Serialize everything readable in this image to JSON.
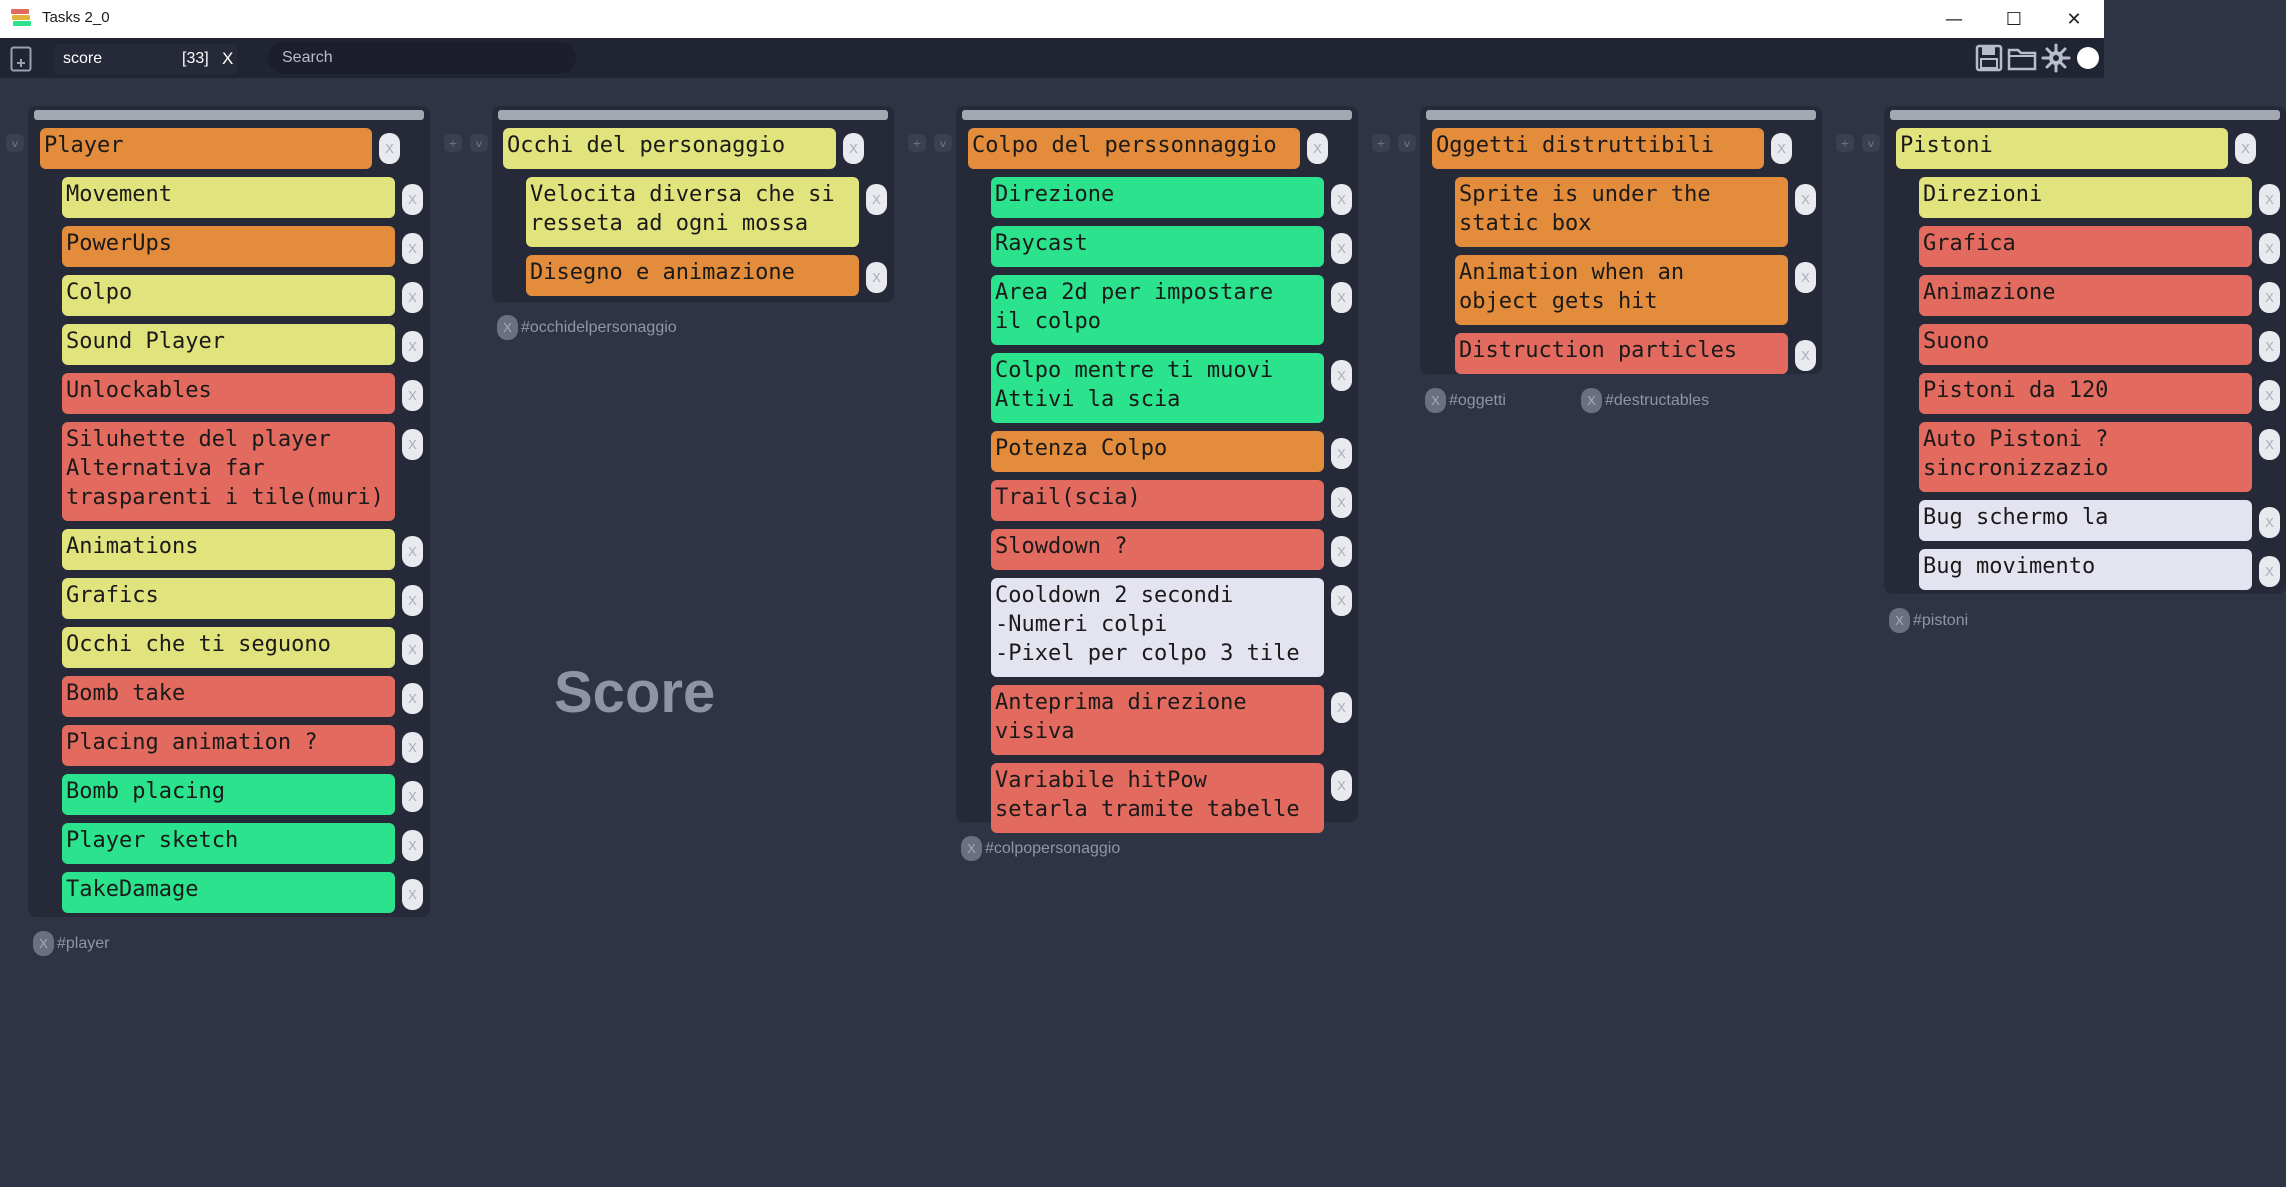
{
  "window": {
    "title": "Tasks 2_0",
    "controls": {
      "minimize": "—",
      "maximize": "☐",
      "close": "✕"
    }
  },
  "toolbar": {
    "tab": {
      "name": "score",
      "count": "[33]",
      "close": "X"
    },
    "search": {
      "placeholder": "Search",
      "value": ""
    }
  },
  "board": {
    "title": "Score"
  },
  "side_buttons": {
    "add": "+",
    "collapse": "v"
  },
  "columns": [
    {
      "header": {
        "label": "Player",
        "color": "orange"
      },
      "cards": [
        {
          "label": "Movement",
          "color": "yellow"
        },
        {
          "label": "PowerUps",
          "color": "orange"
        },
        {
          "label": "Colpo",
          "color": "yellow"
        },
        {
          "label": "Sound Player",
          "color": "yellow"
        },
        {
          "label": "Unlockables",
          "color": "red"
        },
        {
          "label": "Siluhette del player\nAlternativa far\ntrasparenti i tile(muri)",
          "color": "red"
        },
        {
          "label": "Animations",
          "color": "yellow"
        },
        {
          "label": "Grafics",
          "color": "yellow"
        },
        {
          "label": "Occhi che ti seguono",
          "color": "yellow"
        },
        {
          "label": "Bomb take",
          "color": "red"
        },
        {
          "label": "Placing animation ?",
          "color": "red"
        },
        {
          "label": "Bomb placing",
          "color": "green"
        },
        {
          "label": "Player sketch",
          "color": "green"
        },
        {
          "label": "TakeDamage",
          "color": "green"
        }
      ],
      "tags": [
        "#player"
      ]
    },
    {
      "header": {
        "label": "Occhi del personaggio",
        "color": "yellow"
      },
      "cards": [
        {
          "label": "Velocita diversa che si\nresseta ad ogni mossa",
          "color": "yellow"
        },
        {
          "label": "Disegno e animazione",
          "color": "orange"
        }
      ],
      "tags": [
        "#occhidelpersonaggio"
      ]
    },
    {
      "header": {
        "label": "Colpo del perssonnaggio",
        "color": "orange"
      },
      "cards": [
        {
          "label": "Direzione",
          "color": "green"
        },
        {
          "label": "Raycast",
          "color": "green"
        },
        {
          "label": "Area 2d per impostare\nil colpo",
          "color": "green"
        },
        {
          "label": "Colpo mentre ti muovi\nAttivi la scia",
          "color": "green"
        },
        {
          "label": "Potenza Colpo",
          "color": "orange"
        },
        {
          "label": "Trail(scia)",
          "color": "red"
        },
        {
          "label": "Slowdown ?",
          "color": "red"
        },
        {
          "label": "Cooldown 2 secondi\n-Numeri colpi\n-Pixel per colpo 3 tile",
          "color": "white"
        },
        {
          "label": "Anteprima direzione\nvisiva",
          "color": "red"
        },
        {
          "label": "Variabile hitPow\nsetarla tramite tabelle",
          "color": "red"
        }
      ],
      "tags": [
        "#colpopersonaggio"
      ]
    },
    {
      "header": {
        "label": "Oggetti distruttibili",
        "color": "orange"
      },
      "cards": [
        {
          "label": "Sprite is under the\nstatic box",
          "color": "orange"
        },
        {
          "label": "Animation when an\nobject gets hit",
          "color": "orange"
        },
        {
          "label": "Distruction particles",
          "color": "red"
        }
      ],
      "tags": [
        "#oggetti",
        "#destructables"
      ]
    },
    {
      "header": {
        "label": "Pistoni",
        "color": "yellow"
      },
      "cards": [
        {
          "label": "Direzioni",
          "color": "yellow"
        },
        {
          "label": "Grafica",
          "color": "red"
        },
        {
          "label": "Animazione",
          "color": "red"
        },
        {
          "label": "Suono",
          "color": "red"
        },
        {
          "label": "Pistoni da 120",
          "color": "red"
        },
        {
          "label": "Auto Pistoni ?\nsincronizzazio",
          "color": "red"
        },
        {
          "label": "Bug schermo la",
          "color": "white"
        },
        {
          "label": "Bug movimento",
          "color": "white"
        }
      ],
      "tags": [
        "#pistoni"
      ]
    }
  ]
}
